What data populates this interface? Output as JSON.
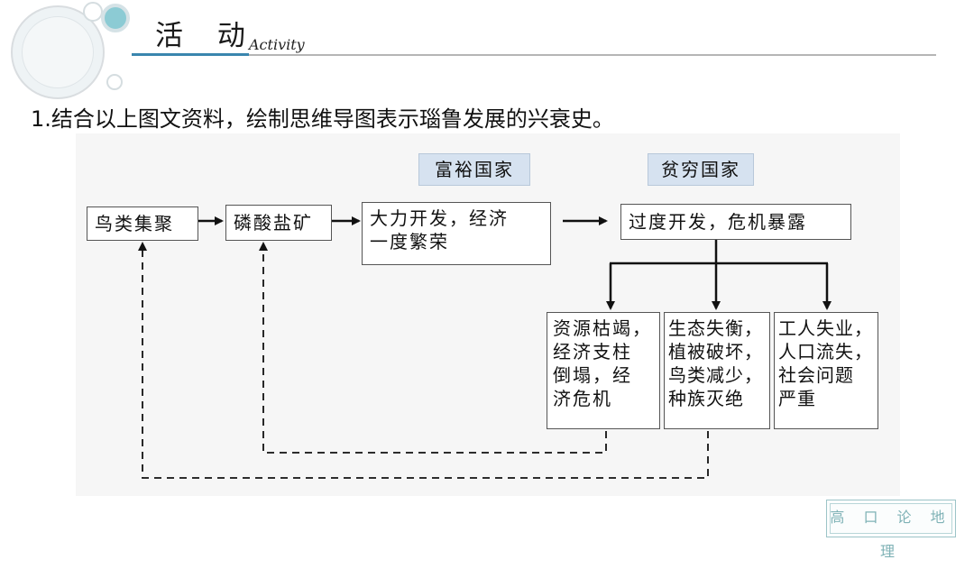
{
  "header": {
    "title": "活 动",
    "subtitle": "Activity"
  },
  "question": "1.结合以上图文资料，绘制思维导图表示瑙鲁发展的兴衰史。",
  "labels": {
    "rich": "富裕国家",
    "poor": "贫穷国家"
  },
  "nodes": {
    "birds": "鸟类集聚",
    "phosphate": "磷酸盐矿",
    "development": "大力开发，经济\n一度繁荣",
    "over_development": "过度开发，危机暴露",
    "resources": "资源枯竭，\n经济支柱\n倒塌，经\n济危机",
    "ecology": "生态失衡，\n植被破坏，\n鸟类减少，\n种族灭绝",
    "society": "工人失业，\n人口流失，\n社会问题\n严重"
  },
  "watermark": "高 口 论 地 理"
}
